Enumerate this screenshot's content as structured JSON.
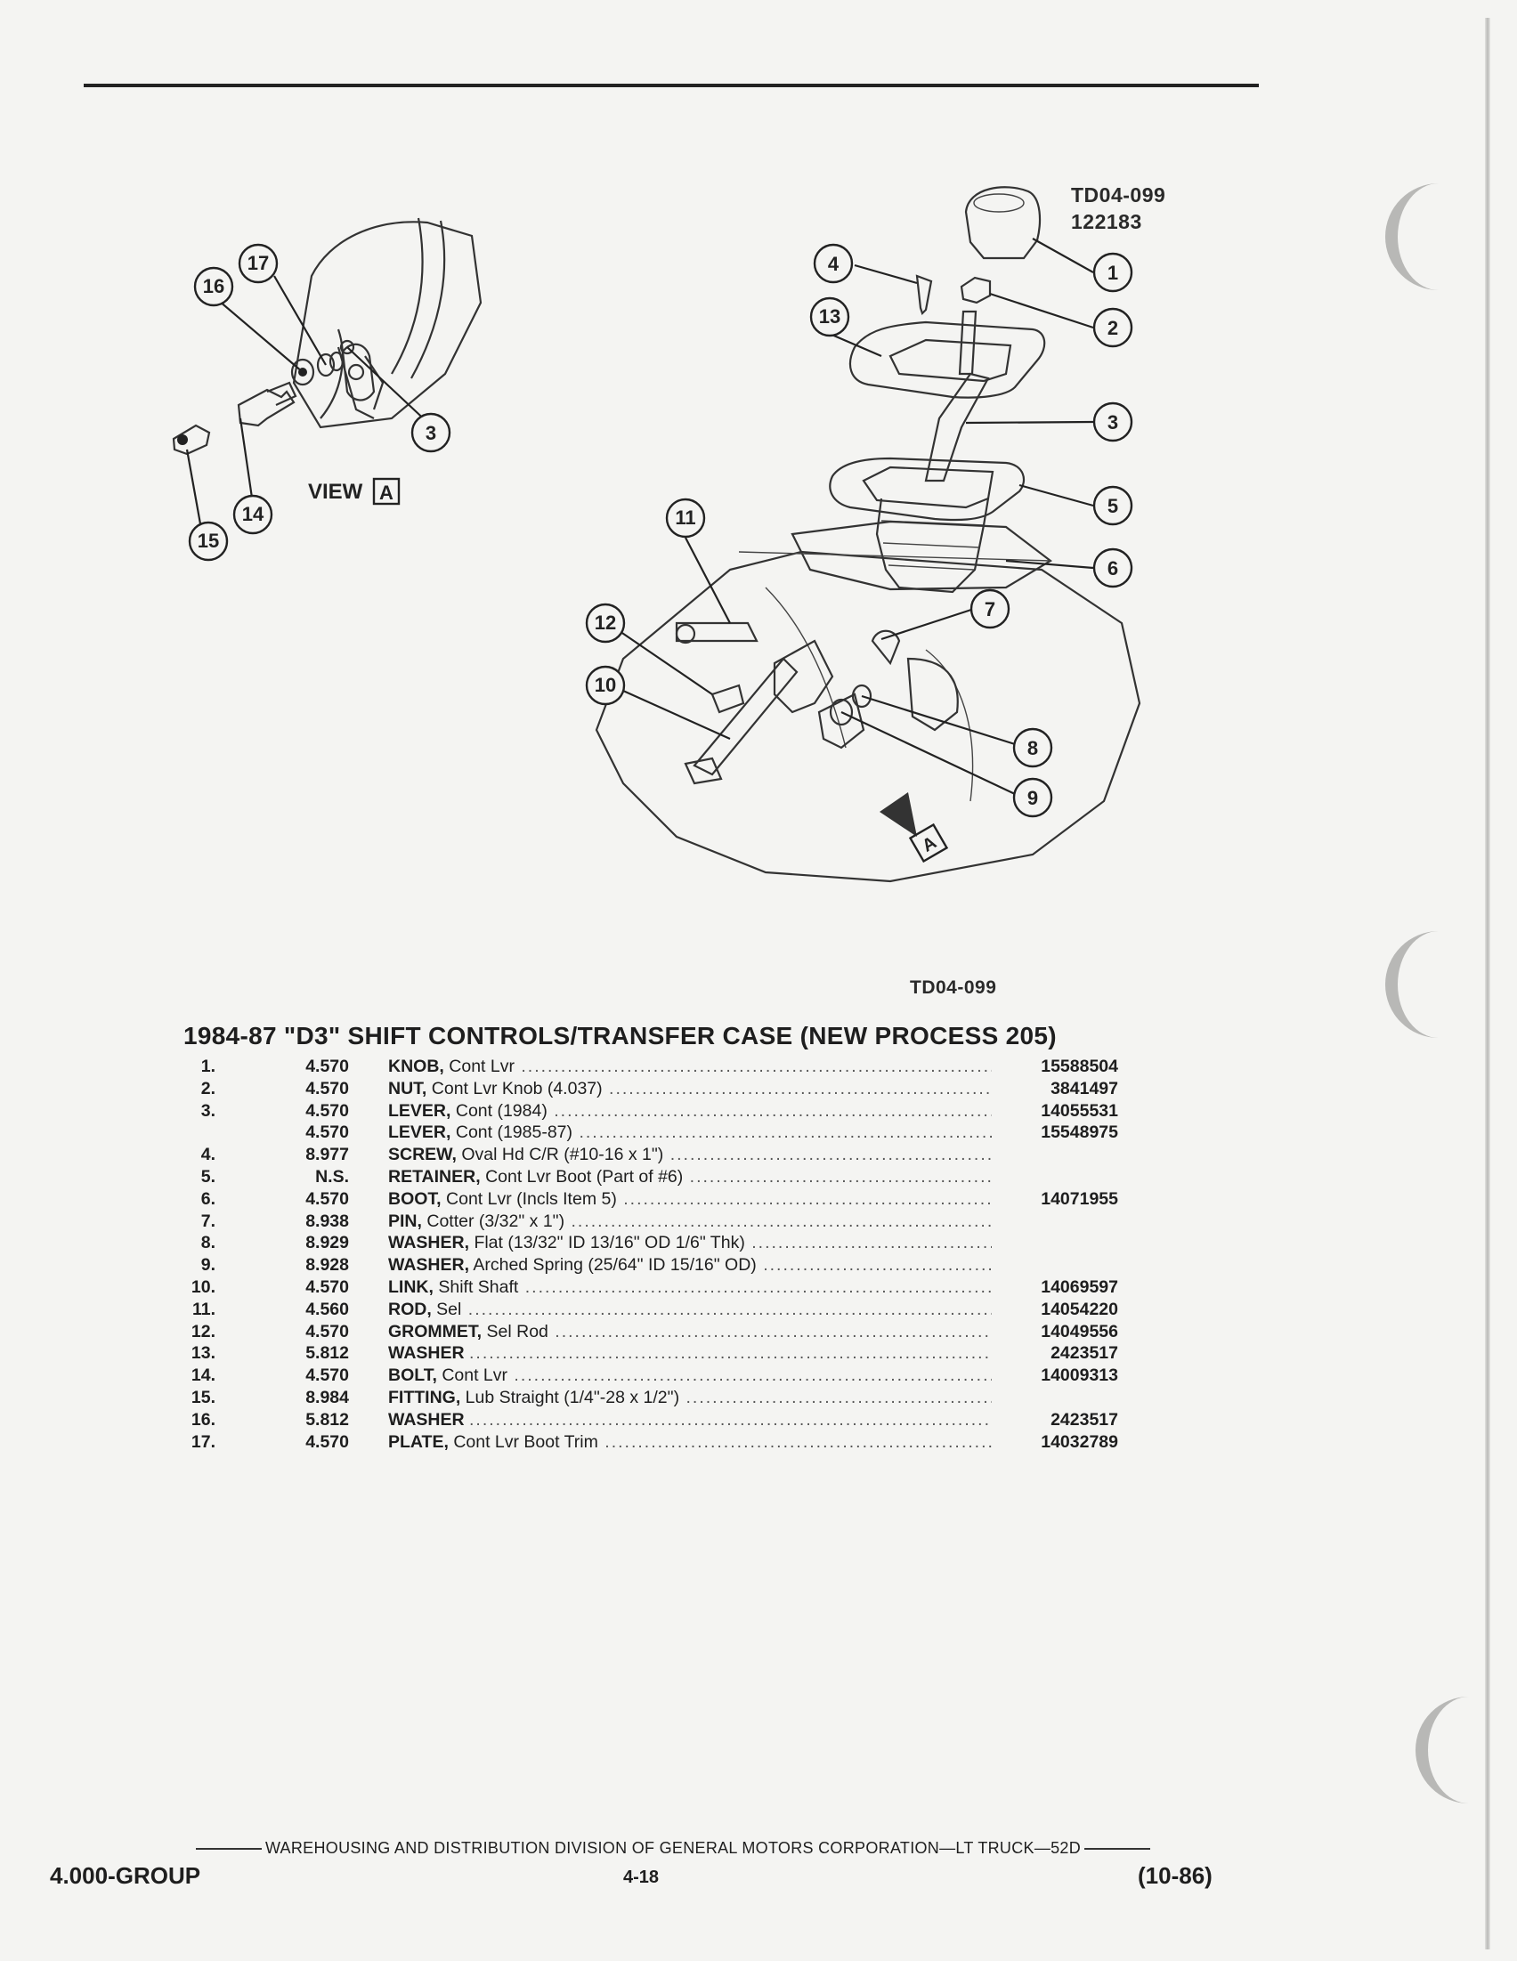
{
  "diagram": {
    "code_top": "TD04-099",
    "date_code": "122183",
    "code_bottom": "TD04-099",
    "view_label": "VIEW",
    "view_letter": "A",
    "arrow_letter": "A",
    "callouts": [
      "1",
      "2",
      "3",
      "3",
      "4",
      "5",
      "6",
      "7",
      "8",
      "9",
      "10",
      "11",
      "12",
      "13",
      "14",
      "15",
      "16",
      "17"
    ]
  },
  "parts": {
    "title": "1984-87 \"D3\" SHIFT CONTROLS/TRANSFER CASE (NEW PROCESS 205)",
    "rows": [
      {
        "item": "1.",
        "group": "4.570",
        "name": "KNOB,",
        "desc": "Cont Lvr",
        "part": "15588504"
      },
      {
        "item": "2.",
        "group": "4.570",
        "name": "NUT,",
        "desc": "Cont Lvr Knob (4.037)",
        "part": "3841497"
      },
      {
        "item": "3.",
        "group": "4.570",
        "name": "LEVER,",
        "desc": "Cont (1984)",
        "part": "14055531"
      },
      {
        "item": "",
        "group": "4.570",
        "name": "LEVER,",
        "desc": "Cont (1985-87)",
        "part": "15548975"
      },
      {
        "item": "4.",
        "group": "8.977",
        "name": "SCREW,",
        "desc": "Oval Hd C/R (#10-16 x 1\")",
        "part": ""
      },
      {
        "item": "5.",
        "group": "N.S.",
        "name": "RETAINER,",
        "desc": "Cont Lvr Boot (Part of #6)",
        "part": ""
      },
      {
        "item": "6.",
        "group": "4.570",
        "name": "BOOT,",
        "desc": "Cont Lvr (Incls Item 5)",
        "part": "14071955"
      },
      {
        "item": "7.",
        "group": "8.938",
        "name": "PIN,",
        "desc": "Cotter (3/32\" x 1\")",
        "part": ""
      },
      {
        "item": "8.",
        "group": "8.929",
        "name": "WASHER,",
        "desc": "Flat (13/32\" ID 13/16\" OD 1/6\" Thk)",
        "part": ""
      },
      {
        "item": "9.",
        "group": "8.928",
        "name": "WASHER,",
        "desc": "Arched Spring (25/64\" ID 15/16\" OD)",
        "part": ""
      },
      {
        "item": "10.",
        "group": "4.570",
        "name": "LINK,",
        "desc": "Shift Shaft",
        "part": "14069597"
      },
      {
        "item": "11.",
        "group": "4.560",
        "name": "ROD,",
        "desc": "Sel",
        "part": "14054220"
      },
      {
        "item": "12.",
        "group": "4.570",
        "name": "GROMMET,",
        "desc": "Sel Rod",
        "part": "14049556"
      },
      {
        "item": "13.",
        "group": "5.812",
        "name": "WASHER",
        "desc": "",
        "part": "2423517"
      },
      {
        "item": "14.",
        "group": "4.570",
        "name": "BOLT,",
        "desc": "Cont Lvr",
        "part": "14009313"
      },
      {
        "item": "15.",
        "group": "8.984",
        "name": "FITTING,",
        "desc": "Lub Straight (1/4\"-28 x 1/2\")",
        "part": ""
      },
      {
        "item": "16.",
        "group": "5.812",
        "name": "WASHER",
        "desc": "",
        "part": "2423517"
      },
      {
        "item": "17.",
        "group": "4.570",
        "name": "PLATE,",
        "desc": "Cont Lvr Boot Trim",
        "part": "14032789"
      }
    ]
  },
  "footer": {
    "division": "WAREHOUSING AND DISTRIBUTION  DIVISION OF GENERAL MOTORS CORPORATION—LT TRUCK—52D",
    "group": "4.000-GROUP",
    "page": "4-18",
    "date": "(10-86)"
  }
}
